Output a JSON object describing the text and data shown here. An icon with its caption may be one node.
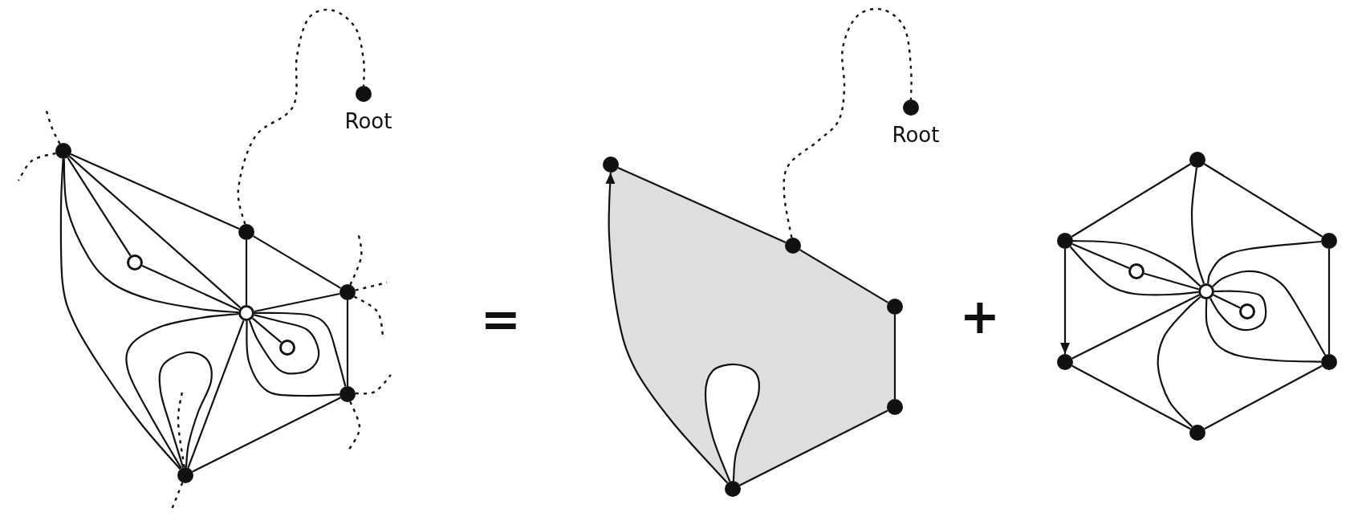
{
  "diagram": {
    "nodes": [
      {
        "text": [],
        "shape": "circle",
        "beside": [
          "Root"
        ]
      },
      {
        "text": [],
        "shape": "circle"
      },
      {
        "text": [],
        "shape": "circle"
      },
      {
        "text": [],
        "shape": "circle"
      },
      {
        "text": [],
        "shape": "circle"
      },
      {
        "text": [],
        "shape": "circle"
      },
      {
        "text": [],
        "shape": "circle"
      },
      {
        "text": [],
        "shape": "circle"
      },
      {
        "text": [],
        "shape": "circle"
      },
      {
        "text": [],
        "shape": "circle",
        "beside": [
          "Root"
        ]
      },
      {
        "text": [],
        "shape": "circle"
      },
      {
        "text": [],
        "shape": "circle"
      },
      {
        "text": [],
        "shape": "circle"
      },
      {
        "text": [],
        "shape": "circle"
      },
      {
        "text": [],
        "shape": "circle"
      },
      {
        "text": [],
        "shape": "circle"
      },
      {
        "text": [],
        "shape": "circle"
      },
      {
        "text": [],
        "shape": "circle"
      },
      {
        "text": [],
        "shape": "circle"
      },
      {
        "text": [],
        "shape": "circle"
      },
      {
        "text": [],
        "shape": "circle"
      },
      {
        "text": [],
        "shape": "circle"
      },
      {
        "text": [],
        "shape": "circle"
      },
      {
        "text": [],
        "shape": "circle"
      }
    ],
    "edges": [
      {
        "from": 1,
        "to": 2,
        "arrow": "none"
      },
      {
        "from": 1,
        "to": 3,
        "arrow": "none"
      },
      {
        "from": 1,
        "to": 5,
        "arrow": "none"
      },
      {
        "from": 1,
        "to": 5,
        "arrow": "none"
      },
      {
        "from": 1,
        "to": 8,
        "arrow": "none"
      },
      {
        "from": 3,
        "to": 5,
        "arrow": "none"
      },
      {
        "from": 2,
        "to": 5,
        "arrow": "none"
      },
      {
        "from": 2,
        "to": 4,
        "arrow": "none"
      },
      {
        "from": 5,
        "to": 4,
        "arrow": "none"
      },
      {
        "from": 4,
        "to": 7,
        "arrow": "none"
      },
      {
        "from": 7,
        "to": 8,
        "arrow": "none"
      },
      {
        "from": 5,
        "to": 8,
        "arrow": "none"
      },
      {
        "from": 5,
        "to": 8,
        "arrow": "none"
      },
      {
        "from": 8,
        "to": 8,
        "arrow": "none"
      },
      {
        "from": 5,
        "to": 6,
        "arrow": "none"
      },
      {
        "from": 5,
        "to": 5,
        "arrow": "none"
      },
      {
        "from": 5,
        "to": 7,
        "arrow": "none"
      },
      {
        "from": 5,
        "to": 7,
        "arrow": "none"
      },
      {
        "from": 2,
        "to": 0,
        "arrow": "none",
        "style": "dashed"
      },
      {
        "from": 1,
        "to": null,
        "arrow": "none",
        "style": "dashed"
      },
      {
        "from": 1,
        "to": null,
        "arrow": "none",
        "style": "dashed"
      },
      {
        "from": 4,
        "to": null,
        "arrow": "none",
        "style": "dashed"
      },
      {
        "from": 4,
        "to": null,
        "arrow": "none",
        "style": "dashed"
      },
      {
        "from": 4,
        "to": null,
        "arrow": "none",
        "style": "dashed"
      },
      {
        "from": 7,
        "to": null,
        "arrow": "none",
        "style": "dashed"
      },
      {
        "from": 7,
        "to": null,
        "arrow": "none",
        "style": "dashed"
      },
      {
        "from": 8,
        "to": null,
        "arrow": "none",
        "style": "dashed"
      },
      {
        "from": 8,
        "to": null,
        "arrow": "none",
        "style": "dashed"
      },
      {
        "from": 10,
        "to": 11,
        "arrow": "none"
      },
      {
        "from": 11,
        "to": 12,
        "arrow": "none"
      },
      {
        "from": 12,
        "to": 13,
        "arrow": "none"
      },
      {
        "from": 13,
        "to": 14,
        "arrow": "none"
      },
      {
        "from": 14,
        "to": 10,
        "arrow": "to"
      },
      {
        "from": 14,
        "to": 14,
        "arrow": "none"
      },
      {
        "from": 11,
        "to": 9,
        "arrow": "none",
        "style": "dashed"
      },
      {
        "from": 15,
        "to": 16,
        "arrow": "none"
      },
      {
        "from": 15,
        "to": 17,
        "arrow": "none"
      },
      {
        "from": 17,
        "to": 22,
        "arrow": "none"
      },
      {
        "from": 22,
        "to": 23,
        "arrow": "none"
      },
      {
        "from": 23,
        "to": 21,
        "arrow": "none"
      },
      {
        "from": 16,
        "to": 21,
        "arrow": "to"
      },
      {
        "from": 15,
        "to": 19,
        "arrow": "none"
      },
      {
        "from": 16,
        "to": 19,
        "arrow": "none"
      },
      {
        "from": 16,
        "to": 18,
        "arrow": "none"
      },
      {
        "from": 18,
        "to": 19,
        "arrow": "none"
      },
      {
        "from": 16,
        "to": 19,
        "arrow": "none"
      },
      {
        "from": 21,
        "to": 19,
        "arrow": "none"
      },
      {
        "from": 23,
        "to": 19,
        "arrow": "none"
      },
      {
        "from": 17,
        "to": 19,
        "arrow": "none"
      },
      {
        "from": 22,
        "to": 19,
        "arrow": "none"
      },
      {
        "from": 22,
        "to": 19,
        "arrow": "none"
      },
      {
        "from": 19,
        "to": 20,
        "arrow": "none"
      },
      {
        "from": 19,
        "to": 19,
        "arrow": "none"
      }
    ],
    "labels": [
      "=",
      "+"
    ]
  }
}
